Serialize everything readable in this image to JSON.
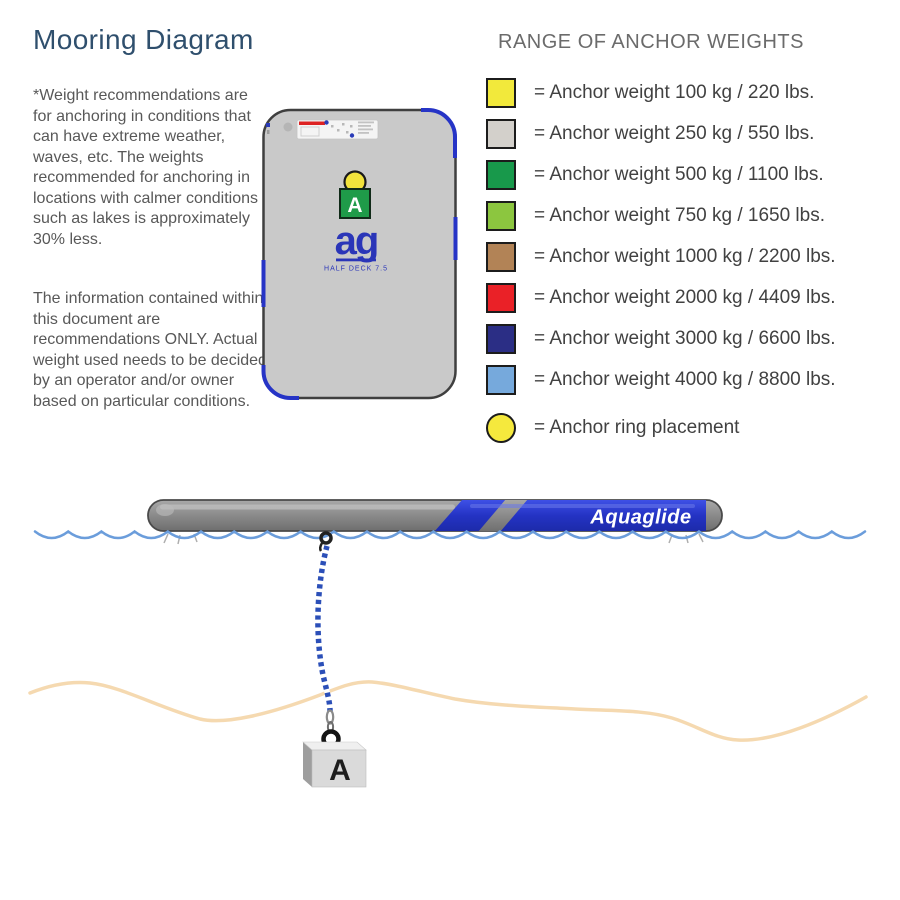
{
  "page": {
    "title": "Mooring Diagram"
  },
  "notes": {
    "paragraph1": "*Weight recommendations are for anchoring in conditions that can have extreme weather, waves, etc. The weights recommended for anchoring in locations with calmer conditions such as lakes is approximately 30% less.",
    "paragraph2": "The information contained within this document are recommendations ONLY. Actual weight used needs to be decided by an operator and/or owner based on particular conditions."
  },
  "legend": {
    "title": "RANGE OF ANCHOR WEIGHTS",
    "items": [
      {
        "color": "#f2e93b",
        "shape": "square",
        "label": "= Anchor weight 100 kg / 220 lbs."
      },
      {
        "color": "#d3d0cb",
        "shape": "square",
        "label": "= Anchor weight 250 kg / 550 lbs."
      },
      {
        "color": "#18994b",
        "shape": "square",
        "label": "= Anchor weight 500 kg / 1100 lbs."
      },
      {
        "color": "#8cc63f",
        "shape": "square",
        "label": "= Anchor weight 750 kg / 1650 lbs."
      },
      {
        "color": "#b28356",
        "shape": "square",
        "label": "= Anchor weight 1000 kg / 2200 lbs."
      },
      {
        "color": "#ea2127",
        "shape": "square",
        "label": "= Anchor weight 2000 kg / 4409 lbs."
      },
      {
        "color": "#2b2e85",
        "shape": "square",
        "label": "= Anchor weight 3000 kg / 6600 lbs."
      },
      {
        "color": "#76a9dc",
        "shape": "square",
        "label": "= Anchor weight 4000 kg / 8800 lbs."
      },
      {
        "color": "#f5e93d",
        "shape": "circle",
        "label": "= Anchor ring placement"
      }
    ]
  },
  "deck_top_view": {
    "anchor_letter": "A",
    "logo_text": "ag",
    "model_label": "HALF DECK 7.5"
  },
  "side_view": {
    "brand_label": "Aquaglide",
    "anchor_block_letter": "A"
  },
  "colors": {
    "title_text": "#2f4f6d",
    "body_text": "#585858",
    "legend_header": "#6b6b6b",
    "legend_text": "#414141",
    "water_wave": "#6b9ddb",
    "tube_blue": "#2433c4",
    "tube_gray": "#8f8f8f",
    "sand": "#f5d9b0",
    "deck_gray": "#c9c9c9",
    "rope_blue": "#2b4fb8"
  }
}
